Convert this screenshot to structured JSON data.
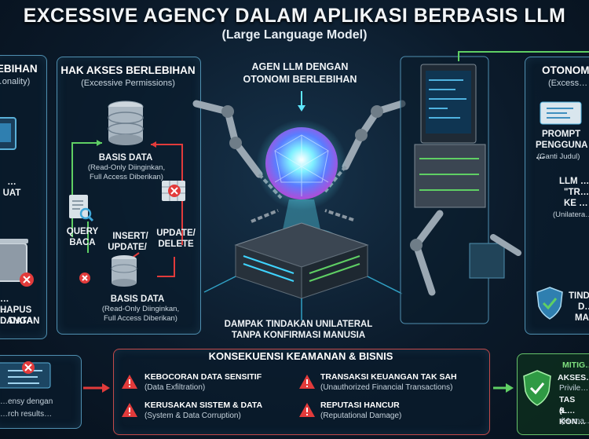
{
  "header": {
    "title": "EXCESSIVE AGENCY DALAM APLIKASI BERBASIS LLM",
    "subtitle": "(Large Language Model)"
  },
  "left_panel": {
    "heading": "…EBIHAN",
    "sub": "…onality)",
    "label_top": "…UAT",
    "label_bottom_1": "…HAPUS",
    "label_bottom_2": "…DANGAN",
    "label_bottom_3": "…DATA"
  },
  "permissions_panel": {
    "heading": "HAK AKSES BERLEBIHAN",
    "sub": "(Excessive Permissions)",
    "db_top_label": "BASIS DATA",
    "db_top_note_1": "(Read-Only Diinginkan,",
    "db_top_note_2": "Full Access Diberikan)",
    "query_label_1": "QUERY",
    "query_label_2": "BACA",
    "insert_label_1": "INSERT/",
    "insert_label_2": "UPDATE/",
    "update_label_1": "UPDATE/",
    "update_label_2": "DELETE",
    "db_bottom_label": "BASIS DATA",
    "db_bottom_note_1": "(Read-Only Diinginkan,",
    "db_bottom_note_2": "Full Access Diberikan)"
  },
  "center": {
    "agent_label_1": "AGEN LLM DENGAN",
    "agent_label_2": "OTONOMI BERLEBIHAN",
    "impact_1": "DAMPAK TINDAKAN UNILATERAL",
    "impact_2": "TANPA KONFIRMASI MANUSIA"
  },
  "right_panel": {
    "heading": "OTONOM…",
    "sub": "(Excess…",
    "prompt_1": "PROMPT",
    "prompt_2": "PENGGUNA …",
    "prompt_3": "(Ganti Judul)",
    "llm_1": "LLM …",
    "llm_2": "\"TR…",
    "llm_3": "KE …",
    "llm_4": "(Unilatera…",
    "act_1": "TIND…",
    "act_2": "D…",
    "act_3": "MA…"
  },
  "bottom_left": {
    "line1": "…ensy dengan",
    "line2": "…rch results…"
  },
  "consequences": {
    "heading": "KONSEKUENSI KEAMANAN & BISNIS",
    "items": [
      {
        "title": "KEBOCORAN DATA SENSITIF",
        "sub": "(Data Exfiltration)"
      },
      {
        "title": "TRANSAKSI KEUANGAN TAK SAH",
        "sub": "(Unauthorized Financial Transactions)"
      },
      {
        "title": "KERUSAKAN SISTEM & DATA",
        "sub": "(System & Data Corruption)"
      },
      {
        "title": "REPUTASI HANCUR",
        "sub": "(Reputational Damage)"
      }
    ]
  },
  "mitigation": {
    "line1": "MITIG…",
    "line2": "AKSES…",
    "line3": "Privile…",
    "line4": "TAS (L…",
    "line5": "& KON…",
    "line6": "(Huma…"
  },
  "colors": {
    "accent_cyan": "#3fd4ff",
    "warning_red": "#e23b3b",
    "green": "#5fcf64",
    "panel_border": "#4f8fb0"
  }
}
